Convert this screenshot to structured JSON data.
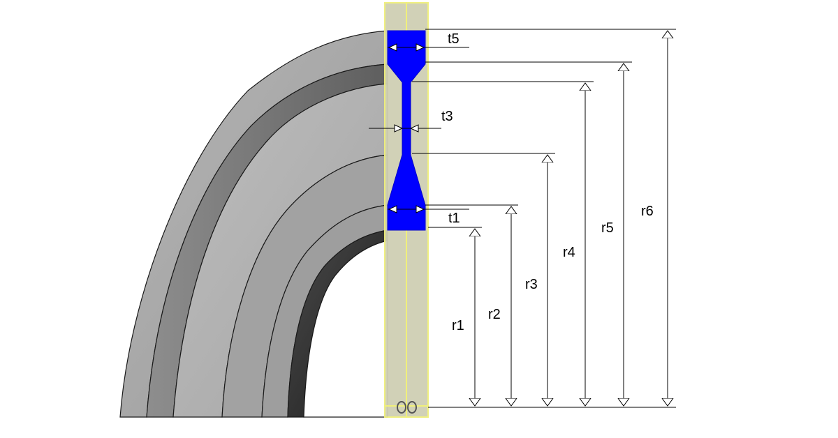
{
  "labels": {
    "t5": "t5",
    "t3": "t3",
    "t1": "t1",
    "r1": "r1",
    "r2": "r2",
    "r3": "r3",
    "r4": "r4",
    "r5": "r5",
    "r6": "r6"
  },
  "colors": {
    "section_fill": "#0000ff",
    "plane_fill": "#cfcfb4",
    "plane_edge": "#f0f07a",
    "outer_ring": "#a9a9a9",
    "dark_band": "#6e6e6e",
    "light_band": "#b3b3b3",
    "inner_dark": "#3a3a3a",
    "dimension_line": "#000000"
  }
}
